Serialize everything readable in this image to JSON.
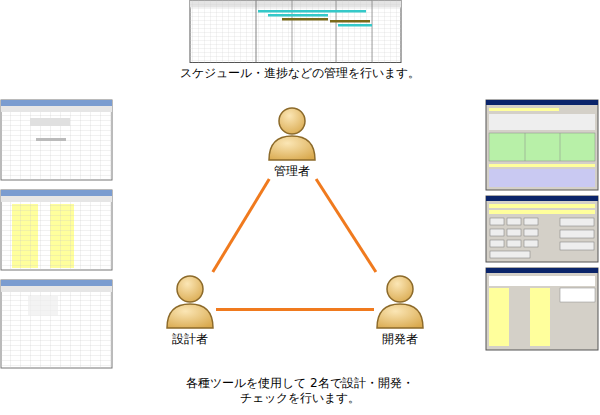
{
  "diagram": {
    "caption": "各種ツールを使用して 2名で設計・開発・チェックを行います。",
    "nodes": [
      {
        "text": [
          "管理者"
        ]
      },
      {
        "text": [
          "設計者"
        ]
      },
      {
        "text": [
          "開発者"
        ]
      }
    ],
    "edges": [
      {
        "from": 0,
        "to": 1,
        "arrow": "none"
      },
      {
        "from": 0,
        "to": 2,
        "arrow": "none"
      },
      {
        "from": 1,
        "to": 2,
        "arrow": "none"
      }
    ],
    "labels": [
      "スケジュール・進捗などの管理を行います。"
    ]
  }
}
